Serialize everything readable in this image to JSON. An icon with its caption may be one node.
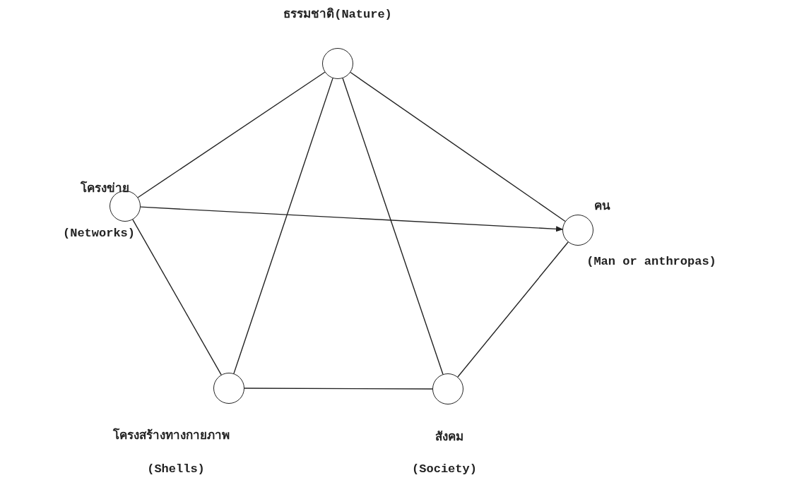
{
  "diagram": {
    "nodes": [
      {
        "text": [],
        "shape": "circle",
        "beside": [
          "ธรรมชาติ(Nature)"
        ]
      },
      {
        "text": [],
        "shape": "circle",
        "beside": [
          "โครงข่าย",
          "(Networks)"
        ]
      },
      {
        "text": [],
        "shape": "circle",
        "beside": [
          "คน",
          "(Man or anthropas)"
        ]
      },
      {
        "text": [],
        "shape": "circle",
        "beside": [
          "โครงสร้างทางกายภาพ",
          "(Shells)"
        ]
      },
      {
        "text": [],
        "shape": "circle",
        "beside": [
          "สังคม",
          "(Society)"
        ]
      }
    ],
    "edges": [
      {
        "from": 0,
        "to": 1,
        "arrow": "none"
      },
      {
        "from": 0,
        "to": 2,
        "arrow": "none"
      },
      {
        "from": 0,
        "to": 3,
        "arrow": "none"
      },
      {
        "from": 0,
        "to": 4,
        "arrow": "none"
      },
      {
        "from": 1,
        "to": 2,
        "arrow": "to"
      },
      {
        "from": 1,
        "to": 3,
        "arrow": "none"
      },
      {
        "from": 3,
        "to": 4,
        "arrow": "none"
      },
      {
        "from": 4,
        "to": 2,
        "arrow": "none"
      }
    ]
  }
}
